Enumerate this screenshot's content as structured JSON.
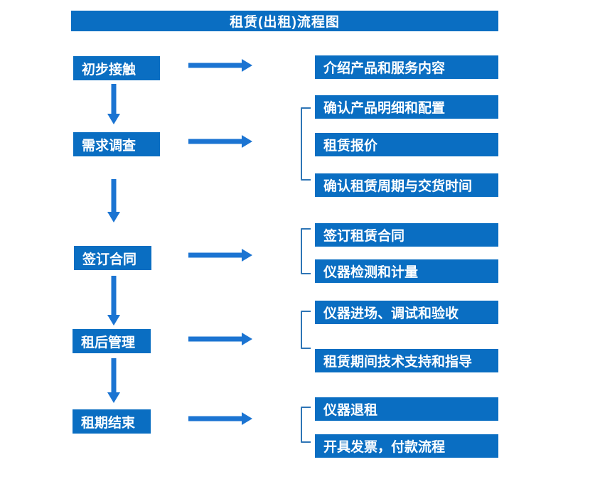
{
  "title": "租赁(出租)流程图",
  "colors": {
    "box": "#0a6ec2",
    "arrow": "#1b74d2",
    "bracket": "#2e75b6",
    "text": "#ffffff",
    "background": "#ffffff"
  },
  "stages": [
    {
      "label": "初步接触",
      "details": [
        "介绍产品和服务内容"
      ]
    },
    {
      "label": "需求调查",
      "details": [
        "确认产品明细和配置",
        "租赁报价",
        "确认租赁周期与交货时间"
      ]
    },
    {
      "label": "签订合同",
      "details": [
        "签订租赁合同",
        "仪器检测和计量"
      ]
    },
    {
      "label": "租后管理",
      "details": [
        "仪器进场、调试和验收",
        "租赁期间技术支持和指导"
      ]
    },
    {
      "label": "租期结束",
      "details": [
        "仪器退租",
        "开具发票，付款流程"
      ]
    }
  ]
}
